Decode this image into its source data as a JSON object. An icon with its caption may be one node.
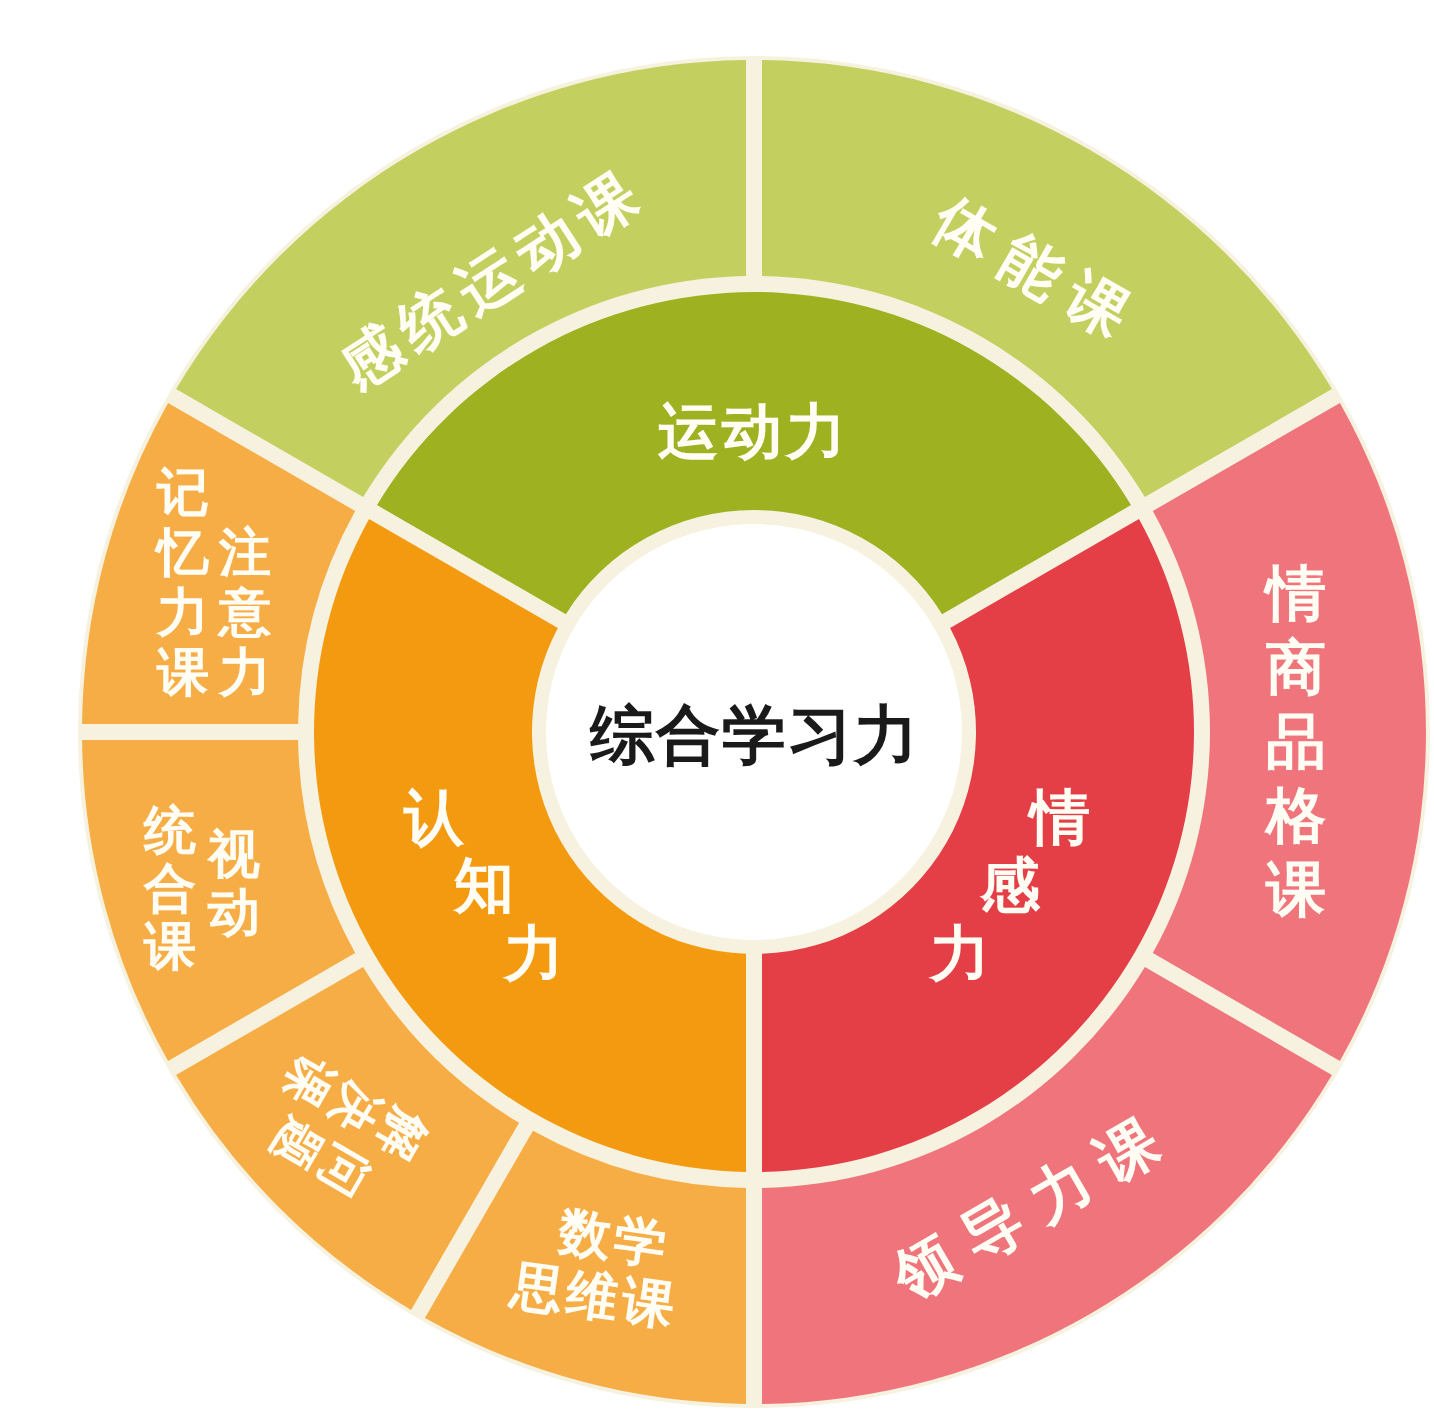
{
  "diagram": {
    "nodes": [
      {
        "text": [
          "综合学习力"
        ]
      },
      {
        "text": [
          "运动力"
        ]
      },
      {
        "text": [
          "认知力"
        ]
      },
      {
        "text": [
          "情感力"
        ]
      },
      {
        "text": [
          "感统运动课"
        ]
      },
      {
        "text": [
          "体能课"
        ]
      },
      {
        "text": [
          "注意力记忆力课"
        ]
      },
      {
        "text": [
          "情商品格课"
        ]
      },
      {
        "text": [
          "视动统合课"
        ]
      },
      {
        "text": [
          "问题解决课"
        ]
      },
      {
        "text": [
          "数学思维课"
        ]
      },
      {
        "text": [
          "领导力课"
        ]
      }
    ]
  }
}
